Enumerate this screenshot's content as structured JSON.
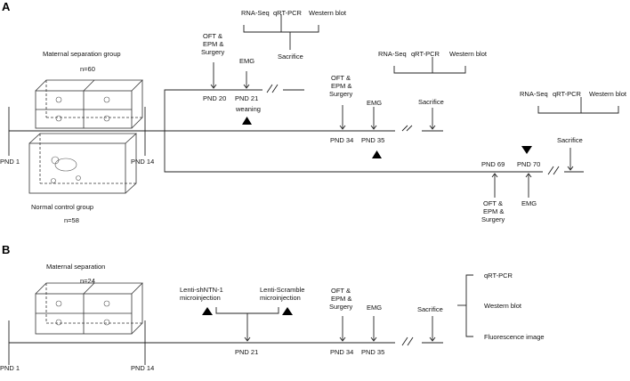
{
  "panels": {
    "a": "A",
    "b": "B"
  },
  "a": {
    "maternal_group": "Maternal separation group",
    "maternal_n": "n=60",
    "control_group": "Normal control group",
    "control_n": "n=58",
    "pnd1": "PND 1",
    "pnd14": "PND 14",
    "b1": {
      "assays": [
        "RNA-Seq",
        "qRT-PCR",
        "Western blot"
      ],
      "sacrifice": "Sacrifice",
      "tests": [
        "OFT &",
        "EPM &",
        "Surgery"
      ],
      "emg": "EMG",
      "pnd_a": "PND 20",
      "pnd_b": "PND 21",
      "weaning": "weaning"
    },
    "b2": {
      "assays": [
        "RNA-Seq",
        "qRT-PCR",
        "Western blot"
      ],
      "sacrifice": "Sacrifice",
      "tests": [
        "OFT &",
        "EPM &",
        "Surgery"
      ],
      "emg": "EMG",
      "pnd_a": "PND 34",
      "pnd_b": "PND 35"
    },
    "b3": {
      "assays": [
        "RNA-Seq",
        "qRT-PCR",
        "Western blot"
      ],
      "sacrifice": "Sacrifice",
      "tests": [
        "OFT &",
        "EPM &",
        "Surgery"
      ],
      "emg": "EMG",
      "pnd_a": "PND 69",
      "pnd_b": "PND 70"
    }
  },
  "b": {
    "group": "Maternal separation",
    "n": "n=24",
    "pnd1": "PND 1",
    "pnd14": "PND 14",
    "inj1": [
      "Lenti-shNTN-1",
      "microinjection"
    ],
    "inj2": [
      "Lenti-Scramble",
      "microinjection"
    ],
    "pnd21": "PND 21",
    "tests": [
      "OFT &",
      "EPM &",
      "Surgery"
    ],
    "pnd34": "PND 34",
    "emg": "EMG",
    "pnd35": "PND 35",
    "sacrifice": "Sacrifice",
    "assays": [
      "qRT-PCR",
      "Western blot",
      "Fluorescence image"
    ]
  }
}
